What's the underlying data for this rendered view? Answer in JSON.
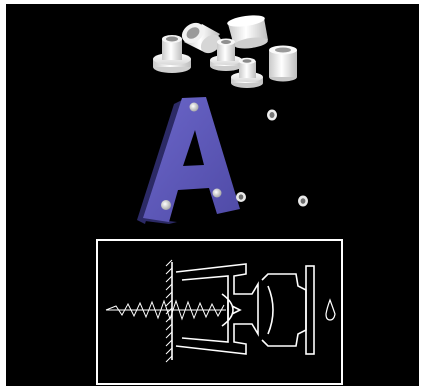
{
  "image": {
    "background": "#000000",
    "border_color": "#ffffff",
    "accent_letter_color": "#5b56b8",
    "spacer_color": "#efefef",
    "diagram_stroke": "#ffffff",
    "subjects": [
      "white-plastic-spacer-sleeves",
      "purple-letter-a-sign",
      "small-white-stud-caps",
      "mounting-hardware-line-diagram"
    ]
  }
}
